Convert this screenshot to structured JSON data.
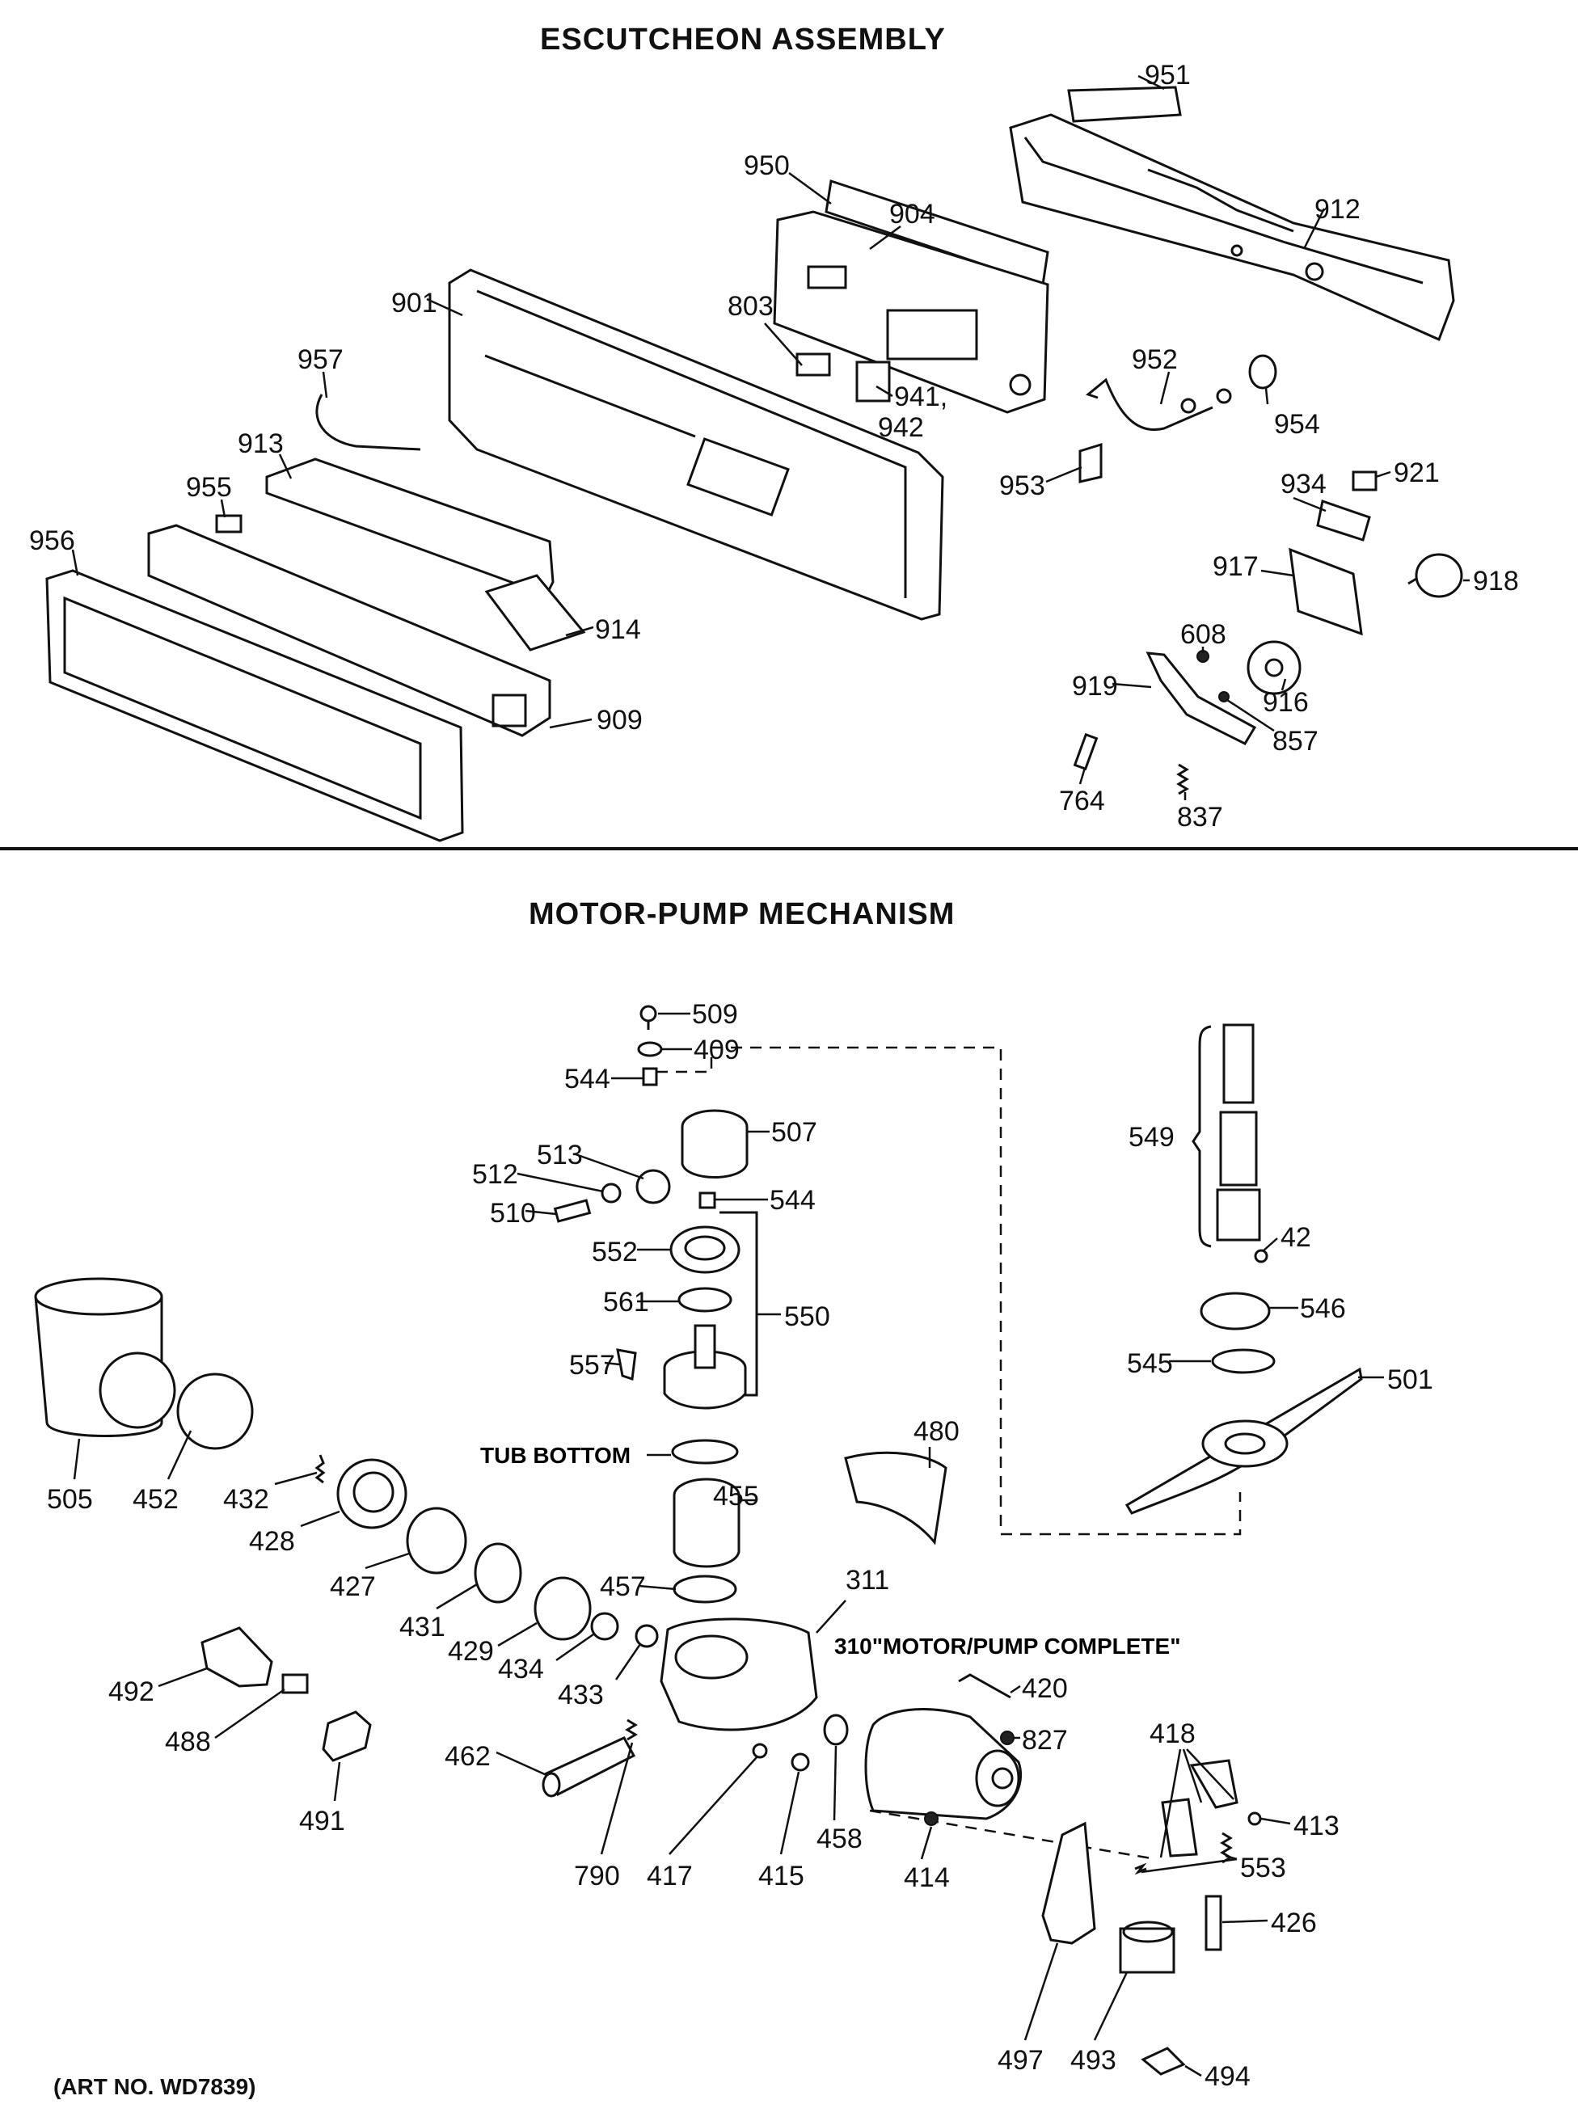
{
  "sections": {
    "escutcheon_title": "ESCUTCHEON ASSEMBLY",
    "motor_pump_title": "MOTOR-PUMP MECHANISM"
  },
  "notes": {
    "tub_bottom": "TUB BOTTOM",
    "motor_pump_complete": "310\"MOTOR/PUMP COMPLETE\"",
    "art_no": "(ART NO. WD7839)"
  },
  "labels": {
    "l951": "951",
    "l950": "950",
    "l904": "904",
    "l912": "912",
    "l901": "901",
    "l803": "803",
    "l957": "957",
    "l941": "941,",
    "l942": "942",
    "l952": "952",
    "l954": "954",
    "l913": "913",
    "l955": "955",
    "l953": "953",
    "l934": "934",
    "l921": "921",
    "l956": "956",
    "l917": "917",
    "l918": "918",
    "l914": "914",
    "l608": "608",
    "l919": "919",
    "l916": "916",
    "l857": "857",
    "l909": "909",
    "l764": "764",
    "l837": "837",
    "l509": "509",
    "l409": "409",
    "l544a": "544",
    "l507": "507",
    "l513": "513",
    "l512": "512",
    "l510": "510",
    "l544b": "544",
    "l549": "549",
    "l42": "42",
    "l552": "552",
    "l561": "561",
    "l550": "550",
    "l546": "546",
    "l557": "557",
    "l545": "545",
    "l501": "501",
    "l480": "480",
    "l505": "505",
    "l452": "452",
    "l432": "432",
    "l455": "455",
    "l428": "428",
    "l427": "427",
    "l457": "457",
    "l311": "311",
    "l431": "431",
    "l429": "429",
    "l434": "434",
    "l433": "433",
    "l492": "492",
    "l420": "420",
    "l488": "488",
    "l827": "827",
    "l462": "462",
    "l418": "418",
    "l491": "491",
    "l413": "413",
    "l790": "790",
    "l417": "417",
    "l415": "415",
    "l458": "458",
    "l414": "414",
    "l553": "553",
    "l426": "426",
    "l497": "497",
    "l493": "493",
    "l494": "494"
  }
}
